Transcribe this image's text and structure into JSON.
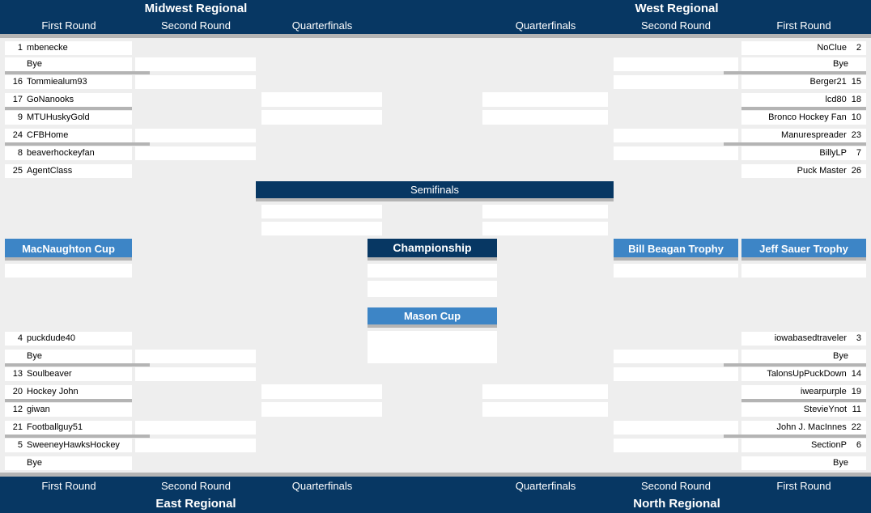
{
  "header": {
    "midwest_title": "Midwest Regional",
    "west_title": "West Regional",
    "rounds_left": [
      "First Round",
      "Second Round",
      "Quarterfinals"
    ],
    "rounds_right": [
      "Quarterfinals",
      "Second Round",
      "First Round"
    ]
  },
  "footer": {
    "east_title": "East Regional",
    "north_title": "North Regional",
    "rounds_left": [
      "First Round",
      "Second Round",
      "Quarterfinals"
    ],
    "rounds_right": [
      "Quarterfinals",
      "Second Round",
      "First Round"
    ]
  },
  "midwest": [
    {
      "seed": "1",
      "name": "mbenecke"
    },
    {
      "seed": "",
      "name": "Bye"
    },
    {
      "seed": "16",
      "name": "Tommiealum93"
    },
    {
      "seed": "17",
      "name": "GoNanooks"
    },
    {
      "seed": "9",
      "name": "MTUHuskyGold"
    },
    {
      "seed": "24",
      "name": "CFBHome"
    },
    {
      "seed": "8",
      "name": "beaverhockeyfan"
    },
    {
      "seed": "25",
      "name": "AgentClass"
    }
  ],
  "west": [
    {
      "seed": "2",
      "name": "NoClue"
    },
    {
      "seed": "",
      "name": "Bye"
    },
    {
      "seed": "15",
      "name": "Berger21"
    },
    {
      "seed": "18",
      "name": "lcd80"
    },
    {
      "seed": "10",
      "name": "Bronco Hockey Fan"
    },
    {
      "seed": "23",
      "name": "Manurespreader"
    },
    {
      "seed": "7",
      "name": "BillyLP"
    },
    {
      "seed": "26",
      "name": "Puck Master"
    }
  ],
  "east": [
    {
      "seed": "4",
      "name": "puckdude40"
    },
    {
      "seed": "",
      "name": "Bye"
    },
    {
      "seed": "13",
      "name": "Soulbeaver"
    },
    {
      "seed": "20",
      "name": "Hockey John"
    },
    {
      "seed": "12",
      "name": "giwan"
    },
    {
      "seed": "21",
      "name": "Footballguy51"
    },
    {
      "seed": "5",
      "name": "SweeneyHawksHockey"
    },
    {
      "seed": "",
      "name": "Bye"
    }
  ],
  "north": [
    {
      "seed": "3",
      "name": "iowabasedtraveler"
    },
    {
      "seed": "",
      "name": "Bye"
    },
    {
      "seed": "14",
      "name": "TalonsUpPuckDown"
    },
    {
      "seed": "19",
      "name": "iwearpurple"
    },
    {
      "seed": "11",
      "name": "StevieYnot"
    },
    {
      "seed": "22",
      "name": "John J. MacInnes"
    },
    {
      "seed": "6",
      "name": "SectionP"
    },
    {
      "seed": "",
      "name": "Bye"
    }
  ],
  "center": {
    "semifinals": "Semifinals",
    "championship": "Championship",
    "mason_cup": "Mason Cup",
    "macnaughton_cup": "MacNaughton Cup",
    "bill_beagan_trophy": "Bill Beagan Trophy",
    "jeff_sauer_trophy": "Jeff Sauer Trophy"
  },
  "colors": {
    "header_navy": "#073763",
    "trophy_blue": "#3d85c6",
    "divider_gray": "#b4b4b4",
    "background": "#eeeeee"
  }
}
